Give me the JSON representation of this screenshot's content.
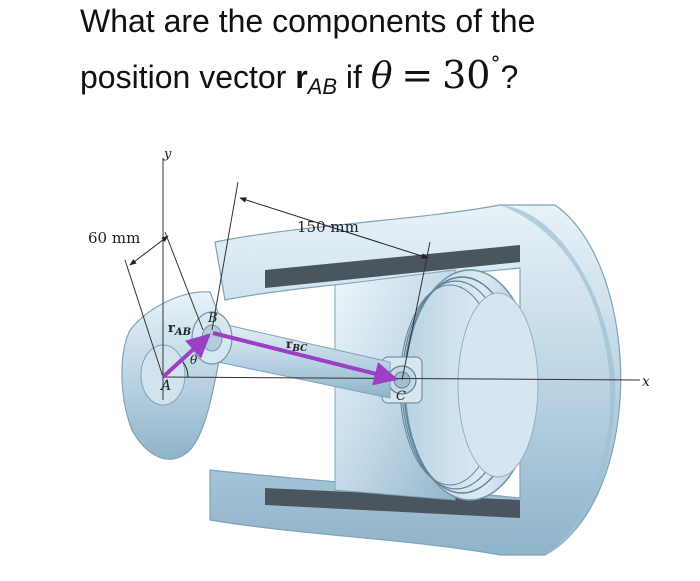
{
  "question": {
    "line1": "What are the components of the",
    "line2_prefix": "position vector ",
    "vector_symbol": "r",
    "vector_subscript": "AB",
    "line2_mid": " if ",
    "theta_symbol": "θ",
    "equals": "=",
    "angle_value": "30",
    "degree_symbol": "°",
    "question_mark": "?"
  },
  "figure": {
    "labels": {
      "dim_60": "60 mm",
      "dim_150": "150 mm",
      "axis_y": "y",
      "axis_x": "x",
      "point_a": "A",
      "point_b": "B",
      "point_c": "C",
      "vector_rab": "r",
      "vector_rab_sub": "AB",
      "vector_rbc": "r",
      "vector_rbc_sub": "BC",
      "angle_theta": "θ"
    },
    "colors": {
      "vector": "#9b3fc4",
      "metal_light": "#dbe9f2",
      "metal_mid": "#a9c6d8",
      "metal_dark": "#6f95ad",
      "slot": "#4a5560"
    }
  }
}
